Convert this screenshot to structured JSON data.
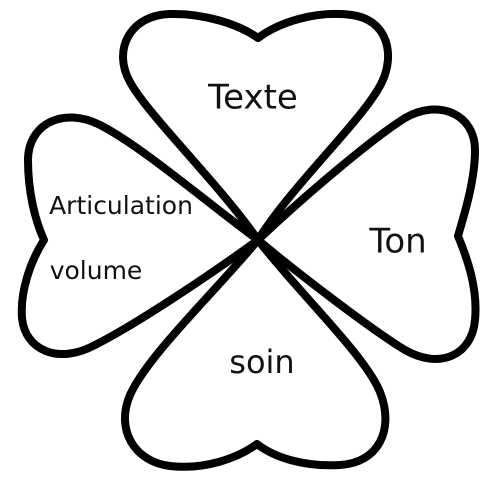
{
  "diagram": {
    "leaves": {
      "top": {
        "labels": [
          "Texte"
        ]
      },
      "right": {
        "labels": [
          "Ton"
        ]
      },
      "bottom": {
        "labels": [
          "soin"
        ]
      },
      "left": {
        "labels": [
          "Articulation",
          "volume"
        ]
      }
    }
  }
}
